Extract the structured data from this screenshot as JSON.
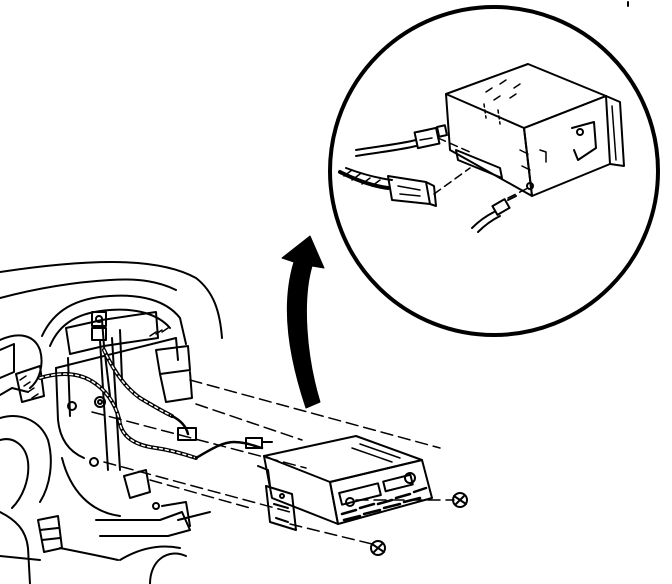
{
  "figure": {
    "kind": "line-art exploded view",
    "line_color": "#000000",
    "background_color": "#ffffff",
    "parts": [
      "instrument-panel",
      "radio-opening",
      "wiring-harness",
      "harness-connector",
      "radio-unit",
      "screw",
      "detail-circle",
      "radio-chassis-detail",
      "electrical-connector",
      "antenna-cable",
      "indicator-arrow"
    ]
  }
}
